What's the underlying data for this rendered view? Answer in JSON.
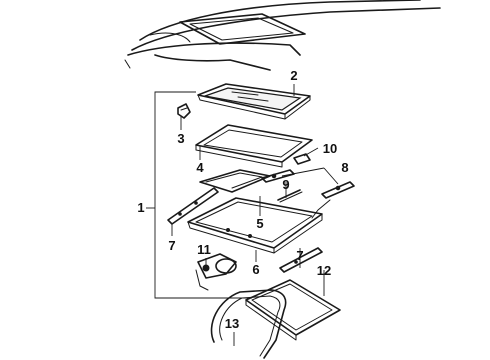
{
  "diagram": {
    "callouts": [
      {
        "id": "c1",
        "label": "1"
      },
      {
        "id": "c2",
        "label": "2"
      },
      {
        "id": "c3",
        "label": "3"
      },
      {
        "id": "c4",
        "label": "4"
      },
      {
        "id": "c5",
        "label": "5"
      },
      {
        "id": "c6",
        "label": "6"
      },
      {
        "id": "c7a",
        "label": "7"
      },
      {
        "id": "c7b",
        "label": "7"
      },
      {
        "id": "c8",
        "label": "8"
      },
      {
        "id": "c9",
        "label": "9"
      },
      {
        "id": "c10",
        "label": "10"
      },
      {
        "id": "c11",
        "label": "11"
      },
      {
        "id": "c12",
        "label": "12"
      },
      {
        "id": "c13",
        "label": "13"
      }
    ]
  }
}
